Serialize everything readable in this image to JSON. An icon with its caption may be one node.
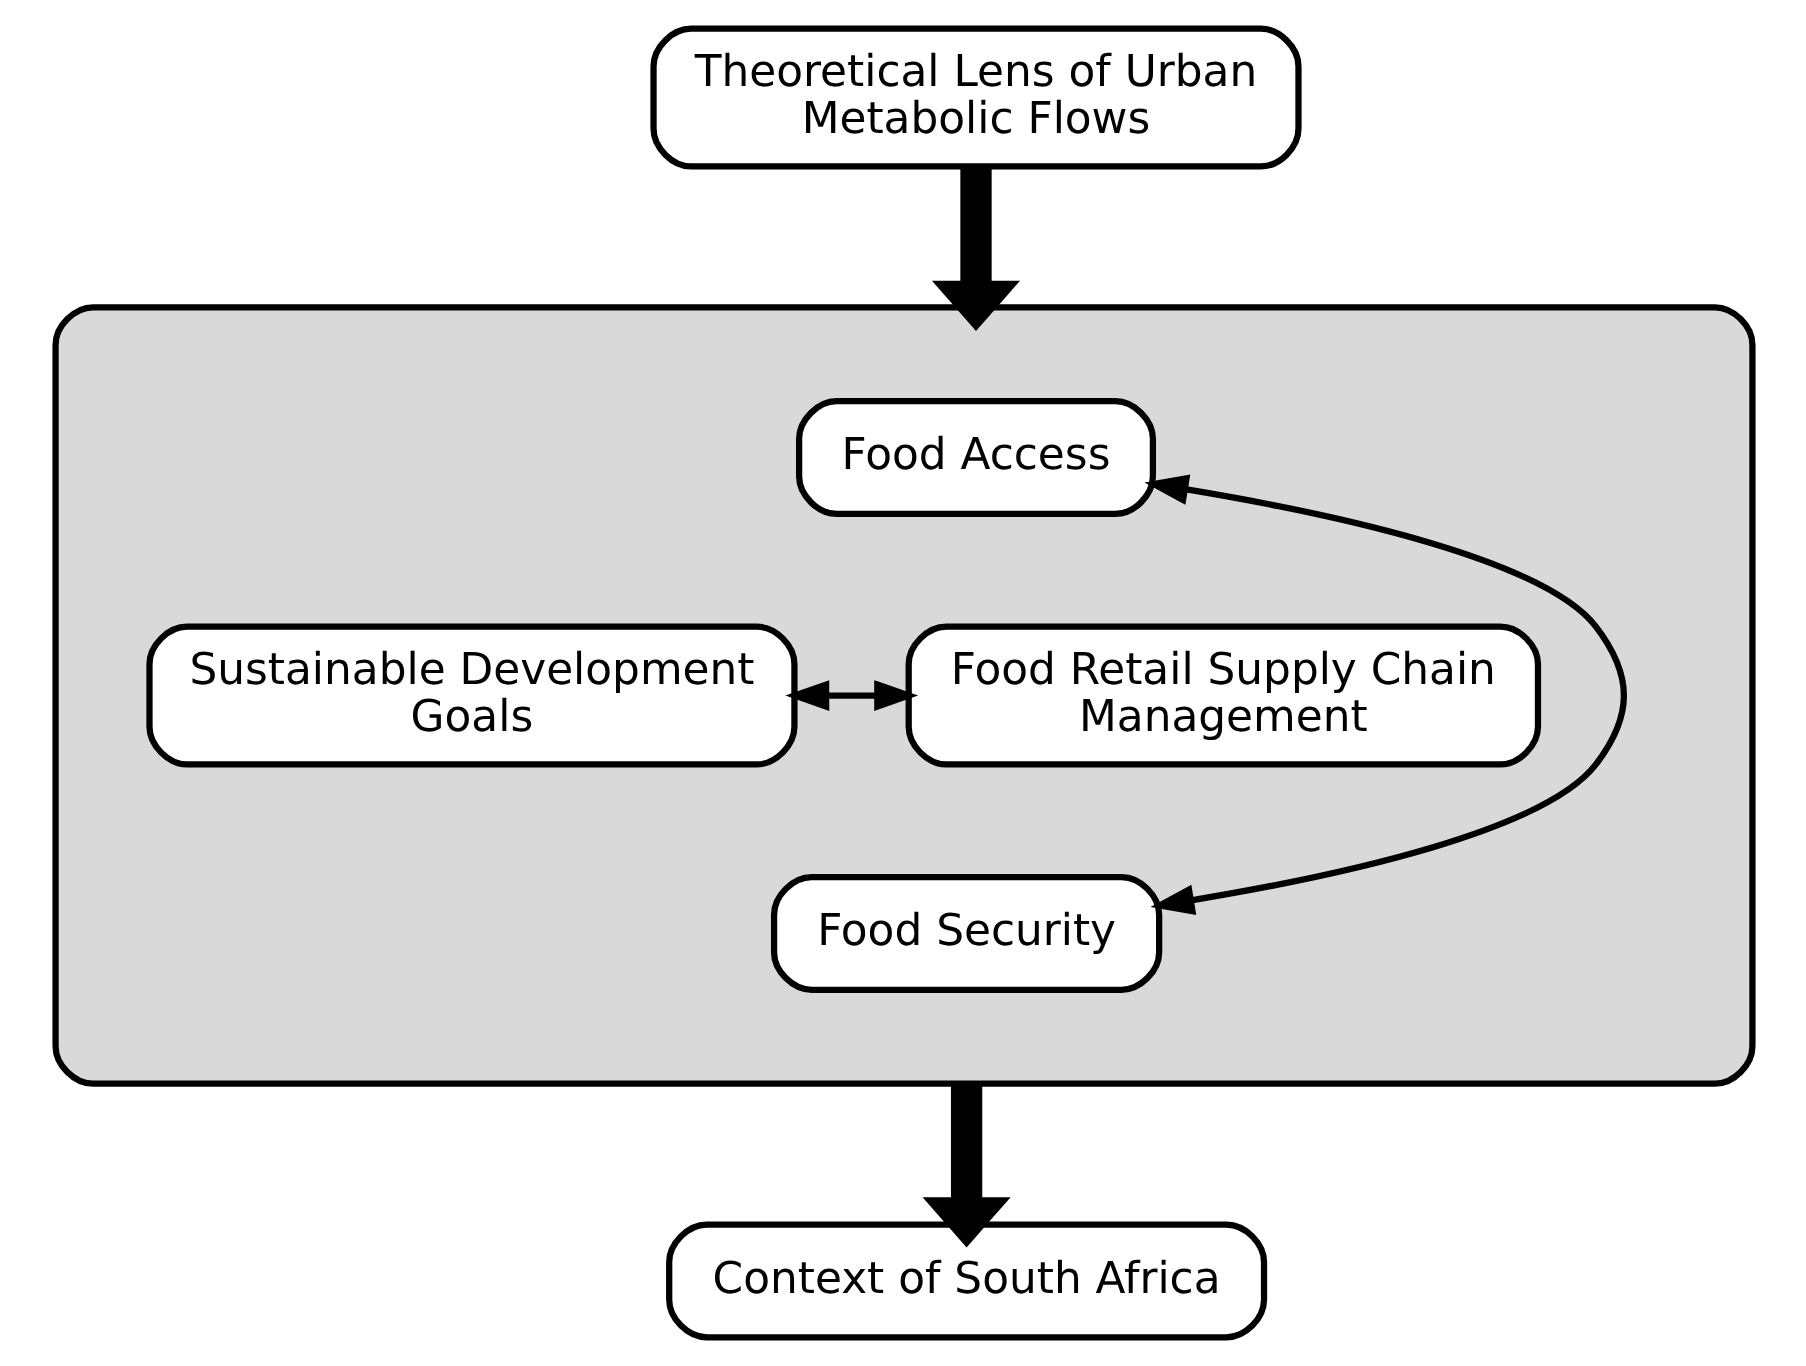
{
  "diagram": {
    "nodes": [
      {
        "text": [
          "Theoretical Lens of Urban Metabolic Flows"
        ]
      },
      {
        "text": [],
        "shape": "ellipse"
      },
      {
        "text": [
          "Food Access"
        ],
        "in": 1
      },
      {
        "text": [
          "Sustainable Development Goals"
        ],
        "in": 1
      },
      {
        "text": [
          "Food Retail Supply Chain Management"
        ],
        "in": 1
      },
      {
        "text": [
          "Food Security"
        ],
        "in": 1
      },
      {
        "text": [
          "Context of South Africa"
        ]
      }
    ],
    "edges": [
      {
        "from": 0,
        "to": 1,
        "arrow": "to",
        "style": "thick"
      },
      {
        "from": 3,
        "to": 4,
        "arrow": "both"
      },
      {
        "from": 2,
        "to": 5,
        "arrow": "both"
      },
      {
        "from": 1,
        "to": 6,
        "arrow": "to",
        "style": "thick"
      }
    ]
  }
}
